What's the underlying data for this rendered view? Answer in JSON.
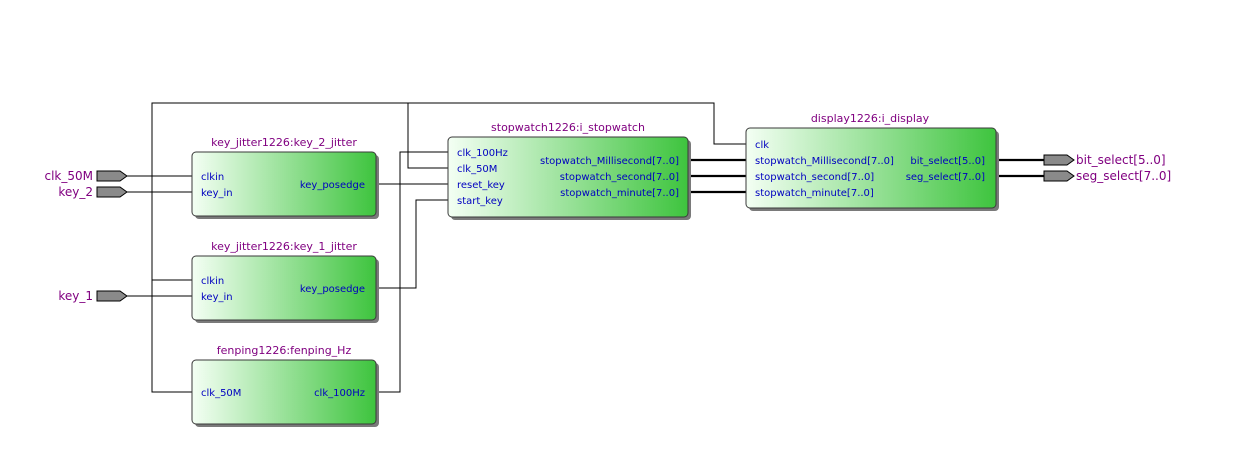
{
  "colors": {
    "block_gradient_start": "#f4fff4",
    "block_gradient_end": "#3ec43e",
    "block_border": "#3a3a3a",
    "title_text": "#800080",
    "port_text": "#0000c0",
    "pin_fill": "#8a8a8a"
  },
  "inputs": {
    "clk_50m": "clk_50M",
    "key_2": "key_2",
    "key_1": "key_1"
  },
  "outputs": {
    "bit_select": "bit_select[5..0]",
    "seg_select": "seg_select[7..0]"
  },
  "blocks": {
    "key2_jitter": {
      "title": "key_jitter1226:key_2_jitter",
      "in": [
        "clkin",
        "key_in"
      ],
      "out": [
        "key_posedge"
      ]
    },
    "key1_jitter": {
      "title": "key_jitter1226:key_1_jitter",
      "in": [
        "clkin",
        "key_in"
      ],
      "out": [
        "key_posedge"
      ]
    },
    "fenping": {
      "title": "fenping1226:fenping_Hz",
      "in": [
        "clk_50M"
      ],
      "out": [
        "clk_100Hz"
      ]
    },
    "stopwatch": {
      "title": "stopwatch1226:i_stopwatch",
      "in": [
        "clk_100Hz",
        "clk_50M",
        "reset_key",
        "start_key"
      ],
      "out": [
        "stopwatch_Millisecond[7..0]",
        "stopwatch_second[7..0]",
        "stopwatch_minute[7..0]"
      ]
    },
    "display": {
      "title": "display1226:i_display",
      "in": [
        "clk",
        "stopwatch_Millisecond[7..0]",
        "stopwatch_second[7..0]",
        "stopwatch_minute[7..0]"
      ],
      "out": [
        "bit_select[5..0]",
        "seg_select[7..0]"
      ]
    }
  }
}
